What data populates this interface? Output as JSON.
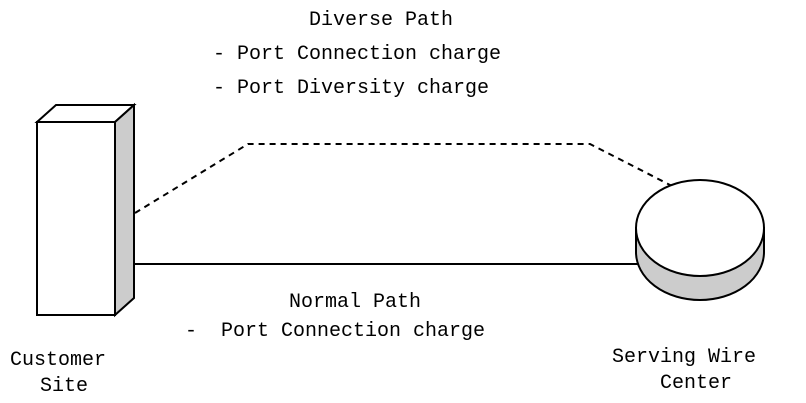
{
  "diverse_path": {
    "title": "Diverse Path",
    "items": [
      "- Port Connection charge",
      "- Port Diversity charge"
    ]
  },
  "normal_path": {
    "title": "Normal Path",
    "items": [
      "-  Port Connection charge"
    ]
  },
  "customer_site": {
    "label_line1": "Customer",
    "label_line2": "Site"
  },
  "serving_wire_center": {
    "label_line1": "Serving Wire",
    "label_line2": "Center"
  },
  "colors": {
    "stroke": "#000000",
    "building_side": "#cccccc",
    "disc_side": "#cccccc",
    "background": "#ffffff"
  }
}
